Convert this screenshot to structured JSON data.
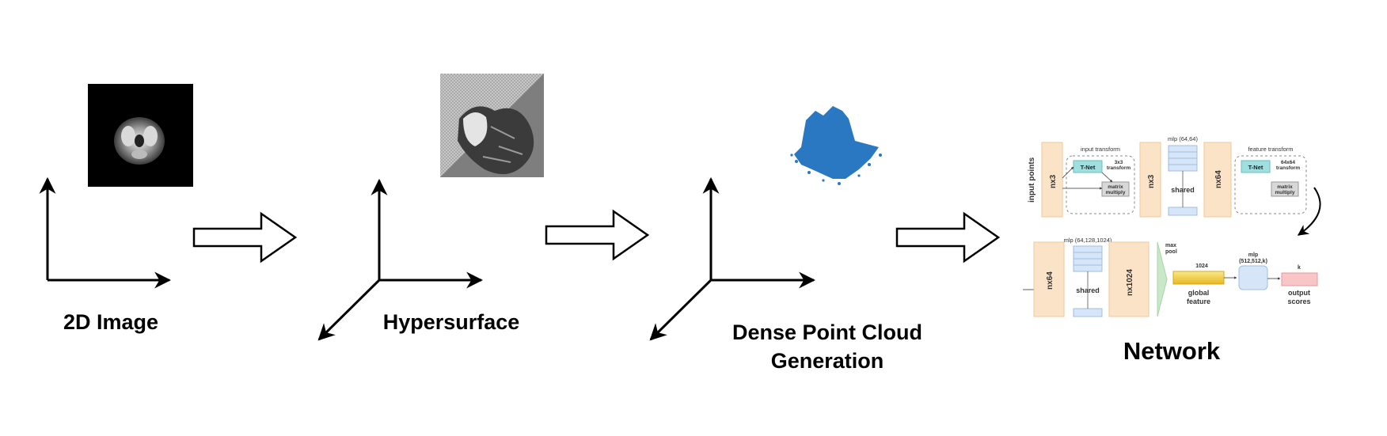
{
  "stages": [
    {
      "label": "2D Image"
    },
    {
      "label": "Hypersurface"
    },
    {
      "label": "Dense Point Cloud",
      "label_line2": "Generation"
    },
    {
      "label": "Network"
    }
  ],
  "network": {
    "input_points": "input points",
    "nx3": "nx3",
    "input_transform": "input transform",
    "tnet": "T-Net",
    "transform_3x3": "3x3",
    "transform_word": "transform",
    "matrix": "matrix",
    "multiply": "multiply",
    "mlp_64": "mlp (64,64)",
    "shared": "shared",
    "nx64": "nx64",
    "feature_transform": "feature transform",
    "transform_64": "64x64",
    "mlp_1024": "mlp (64,128,1024)",
    "nx1024": "nx1024",
    "max": "max",
    "pool": "pool",
    "dim_1024": "1024",
    "global": "global",
    "feature": "feature",
    "mlp_k": "mlp",
    "mlp_k2": "(512,512,k)",
    "k": "k",
    "output": "output",
    "scores": "scores"
  },
  "colors": {
    "orange_block": "#fbe3c8",
    "orange_border": "#f0c89a",
    "blue_block": "#d6e6f8",
    "blue_border": "#9fbde0",
    "tnet": "#9fdfe0",
    "global_feature": "#f2d35a",
    "output_scores": "#f8c6c6",
    "point_cloud": "#2a78c2",
    "maxpool": "#c9e8c9"
  }
}
